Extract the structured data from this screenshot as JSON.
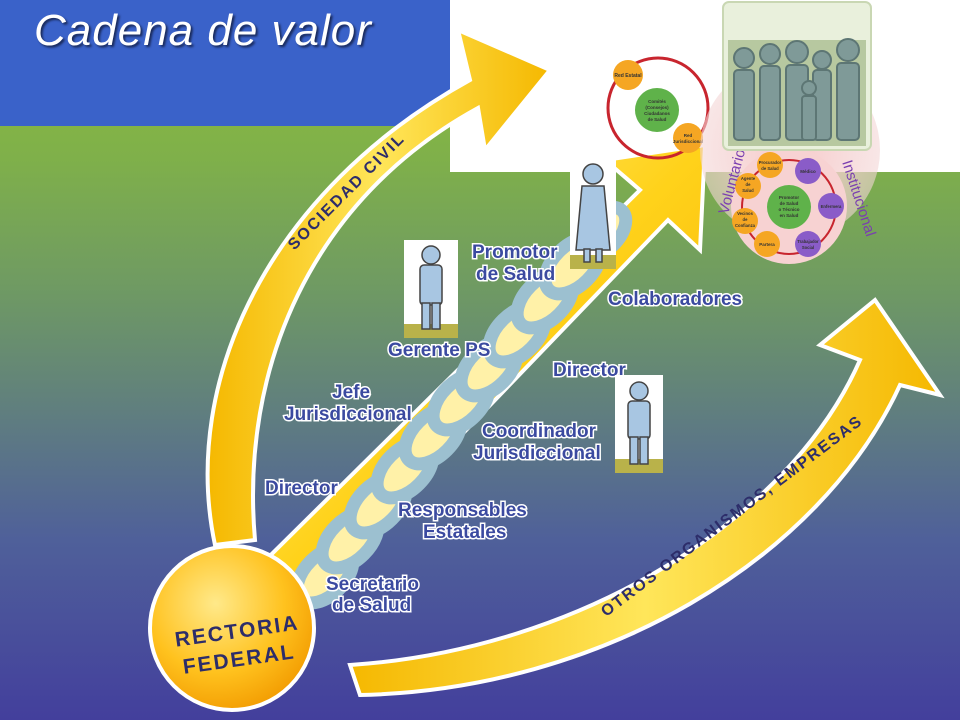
{
  "title": "Cadena de valor",
  "base_label_line1": "RECTORIA",
  "base_label_line2": "FEDERAL",
  "arrows": {
    "sociedad_civil": "SOCIEDAD CIVIL",
    "otros_organismos": "OTROS ORGANISMOS, EMPRESAS"
  },
  "roles": {
    "promotor_line1": "Promotor",
    "promotor_line2": "de Salud",
    "colaboradores": "Colaboradores",
    "gerente_ps": "Gerente PS",
    "director_top": "Director",
    "jefe_line1": "Jefe",
    "jefe_line2": "Jurisdiccional",
    "coordinador_line1": "Coordinador",
    "coordinador_line2": "Jurisdiccional",
    "director_bottom": "Director",
    "responsables_line1": "Responsables",
    "responsables_line2": "Estatales",
    "secretario_line1": "Secretario",
    "secretario_line2": "de Salud"
  },
  "network": {
    "red_estatal": "Red Estatal",
    "comites_line1": "Comités",
    "comites_line2": "(Consejos)",
    "comites_line3": "Ciudadanos",
    "comites_line4": "de Salud",
    "red_jurisdiccional_line1": "Red",
    "red_jurisdiccional_line2": "Jurisdiccional"
  },
  "team": {
    "voluntario": "Voluntario",
    "institucional": "Institucional",
    "center_line1": "Promotor",
    "center_line2": "de Salud",
    "center_line3": "o Técnico",
    "center_line4": "en Salud",
    "procurador_line1": "Procurador",
    "procurador_line2": "de Salud",
    "medico": "Médico",
    "enfermera": "Enfermera",
    "trabajador_line1": "Trabajador",
    "trabajador_line2": "Social",
    "partera": "Partera",
    "vecinos_line1": "Vecinos",
    "vecinos_line2": "de",
    "vecinos_line3": "Confianza",
    "agente_line1": "Agente",
    "agente_line2": "de",
    "agente_line3": "Salud"
  }
}
